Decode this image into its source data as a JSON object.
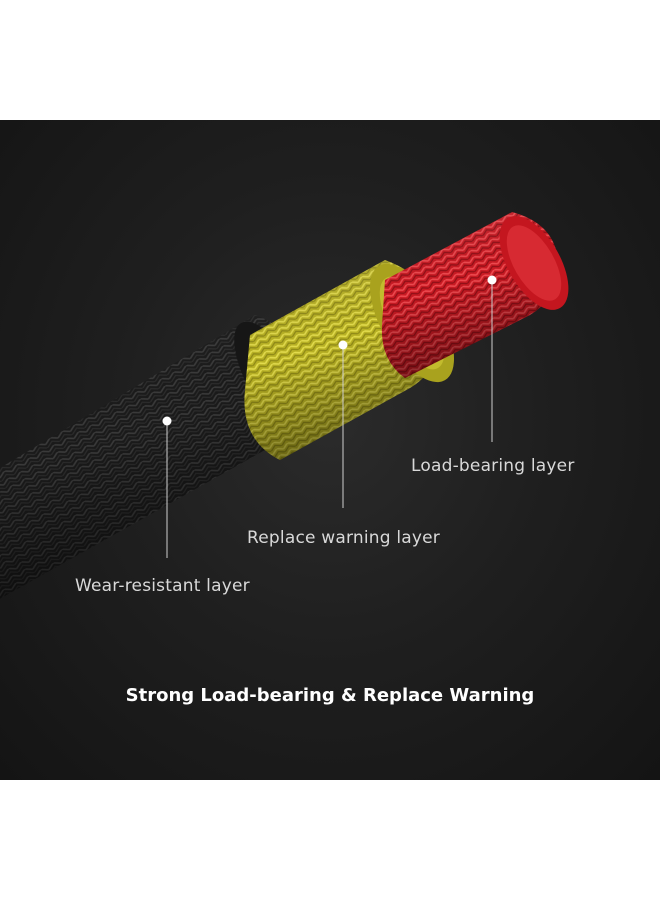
{
  "callouts": {
    "load_bearing": "Load-bearing layer",
    "replace_warning": "Replace warning layer",
    "wear_resistant": "Wear-resistant layer"
  },
  "headline": "Strong Load-bearing & Replace Warning",
  "colors": {
    "background": "#1c1c1c",
    "outer_layer": "#1b1b1b",
    "middle_layer": "#c8c22e",
    "core_layer": "#d8202a",
    "callout_text": "#d9d9d9",
    "headline_text": "#ffffff"
  }
}
